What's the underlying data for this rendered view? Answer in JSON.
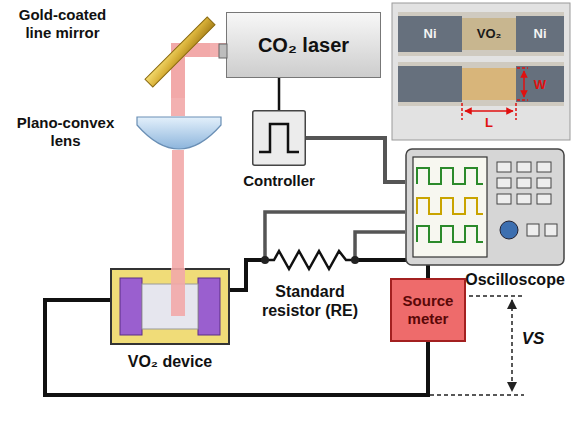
{
  "diagram": {
    "nodes": [
      {
        "text": [
          "Gold-coated line mirror"
        ]
      },
      {
        "text": [
          "CO₂ laser"
        ]
      },
      {
        "text": [
          "Plano-convex lens"
        ]
      },
      {
        "text": [
          "Controller"
        ]
      },
      {
        "text": [
          "Oscilloscope"
        ]
      },
      {
        "text": [
          "VO₂ device"
        ]
      },
      {
        "text": [
          "Standard resistor (RE)"
        ]
      },
      {
        "text": [
          "Source meter"
        ]
      }
    ],
    "edges": [
      {
        "from": 1,
        "to": 0,
        "arrow": "none"
      },
      {
        "from": 0,
        "to": 2,
        "arrow": "none"
      },
      {
        "from": 2,
        "to": 5,
        "arrow": "none"
      },
      {
        "from": 1,
        "to": 3,
        "arrow": "none"
      },
      {
        "from": 3,
        "to": 4,
        "arrow": "none"
      },
      {
        "from": 4,
        "to": 6,
        "arrow": "none"
      },
      {
        "from": 4,
        "to": 6,
        "arrow": "none"
      },
      {
        "from": 5,
        "to": 6,
        "arrow": "none"
      },
      {
        "from": 6,
        "to": 7,
        "arrow": "none"
      },
      {
        "from": 7,
        "to": 5,
        "arrow": "none"
      }
    ],
    "labels": [
      "Ni",
      "VO₂",
      "Ni",
      "L",
      "W",
      "VS"
    ]
  }
}
